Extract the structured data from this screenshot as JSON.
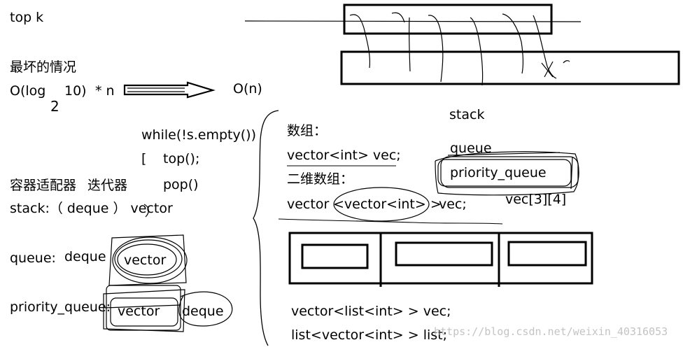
{
  "left_notes": {
    "title": "top k",
    "worst_case": "最坏的情况",
    "complexity_prefix": "O(log",
    "complexity_subscript": "2",
    "complexity_base": "10)",
    "complexity_suffix": "* n",
    "complexity_result": "O(n)",
    "loop_line": "while(!s.empty())",
    "loop_bracket": "[",
    "loop_top": "top();",
    "loop_pop": "pop()",
    "adapters_heading": "容器适配器",
    "iterators_heading": "迭代器",
    "stack_line": "stack:（ deque ） vector",
    "queue_label": "queue:",
    "queue_deque": "deque",
    "queue_vector": "vector",
    "pq_label": "priority_queue:",
    "pq_vector": "vector",
    "pq_deque": "deque"
  },
  "right_notes": {
    "array_heading": "数组：",
    "vector_decl": "vector<int> vec;",
    "array2d_heading": "二维数组：",
    "vector2d_prefix": "vector",
    "vector2d_inner": "<vector<int> >",
    "vector2d_suffix": "vec;",
    "stack_word": "stack",
    "queue_word": "queue",
    "pq_word": "priority_queue",
    "vec_dims": "vec[3][4]",
    "vec_list_decl": "vector<list<int> >  vec;",
    "list_vec_decl": "list<vector<int> >  list;"
  },
  "watermark": "https://blog.csdn.net/weixin_40316053"
}
